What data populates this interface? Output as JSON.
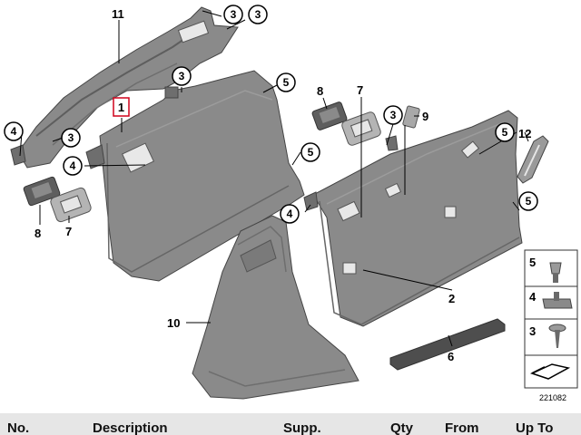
{
  "diagram": {
    "part_numbers": [
      "11",
      "3",
      "3",
      "3",
      "5",
      "1",
      "4",
      "3",
      "4",
      "5",
      "8",
      "7",
      "8",
      "7",
      "3",
      "9",
      "5",
      "12",
      "5",
      "4",
      "2",
      "10",
      "6"
    ],
    "legend": [
      "5",
      "4",
      "3"
    ],
    "reference": "221082"
  },
  "table": {
    "columns": [
      "No.",
      "Description",
      "Supp.",
      "Qty",
      "From",
      "Up To"
    ]
  },
  "colors": {
    "part_fill": "#8a8a8a",
    "part_dark": "#5e5e5e",
    "panel_shade": "#7d7d7d",
    "callout_highlight": "#d0021b",
    "header_bg": "#e6e6e6"
  }
}
